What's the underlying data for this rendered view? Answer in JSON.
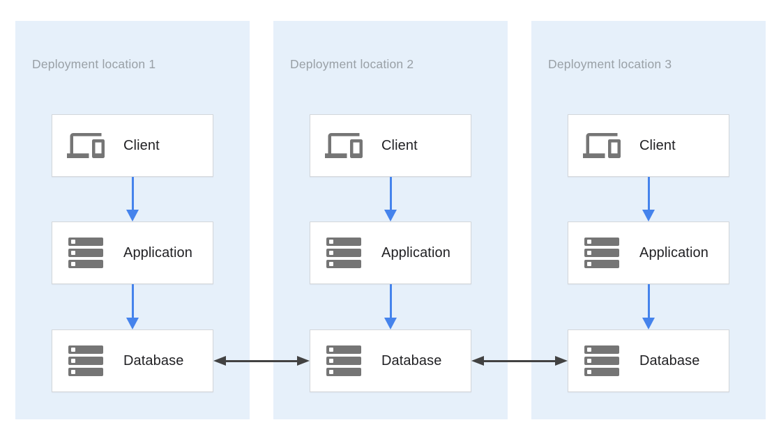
{
  "panels": [
    {
      "title": "Deployment location 1",
      "nodes": [
        {
          "label": "Client",
          "icon": "devices-icon"
        },
        {
          "label": "Application",
          "icon": "server-icon"
        },
        {
          "label": "Database",
          "icon": "server-icon"
        }
      ]
    },
    {
      "title": "Deployment location 2",
      "nodes": [
        {
          "label": "Client",
          "icon": "devices-icon"
        },
        {
          "label": "Application",
          "icon": "server-icon"
        },
        {
          "label": "Database",
          "icon": "server-icon"
        }
      ]
    },
    {
      "title": "Deployment location 3",
      "nodes": [
        {
          "label": "Client",
          "icon": "devices-icon"
        },
        {
          "label": "Application",
          "icon": "server-icon"
        },
        {
          "label": "Database",
          "icon": "server-icon"
        }
      ]
    }
  ],
  "connections": {
    "flow": "vertical arrow: Client to Application to Database",
    "replication": "bidirectional arrow between Database nodes of adjacent locations"
  },
  "colors": {
    "canvas_bg": "#ffffff",
    "panel_bg": "#e6f0fa",
    "panel_title_text": "#99a0a6",
    "node_bg": "#ffffff",
    "node_border": "#d3d6da",
    "node_label_text": "#212124",
    "icon_gray": "#757575",
    "flow_arrow_blue": "#4583ec",
    "replication_arrow_dark": "#424242"
  }
}
